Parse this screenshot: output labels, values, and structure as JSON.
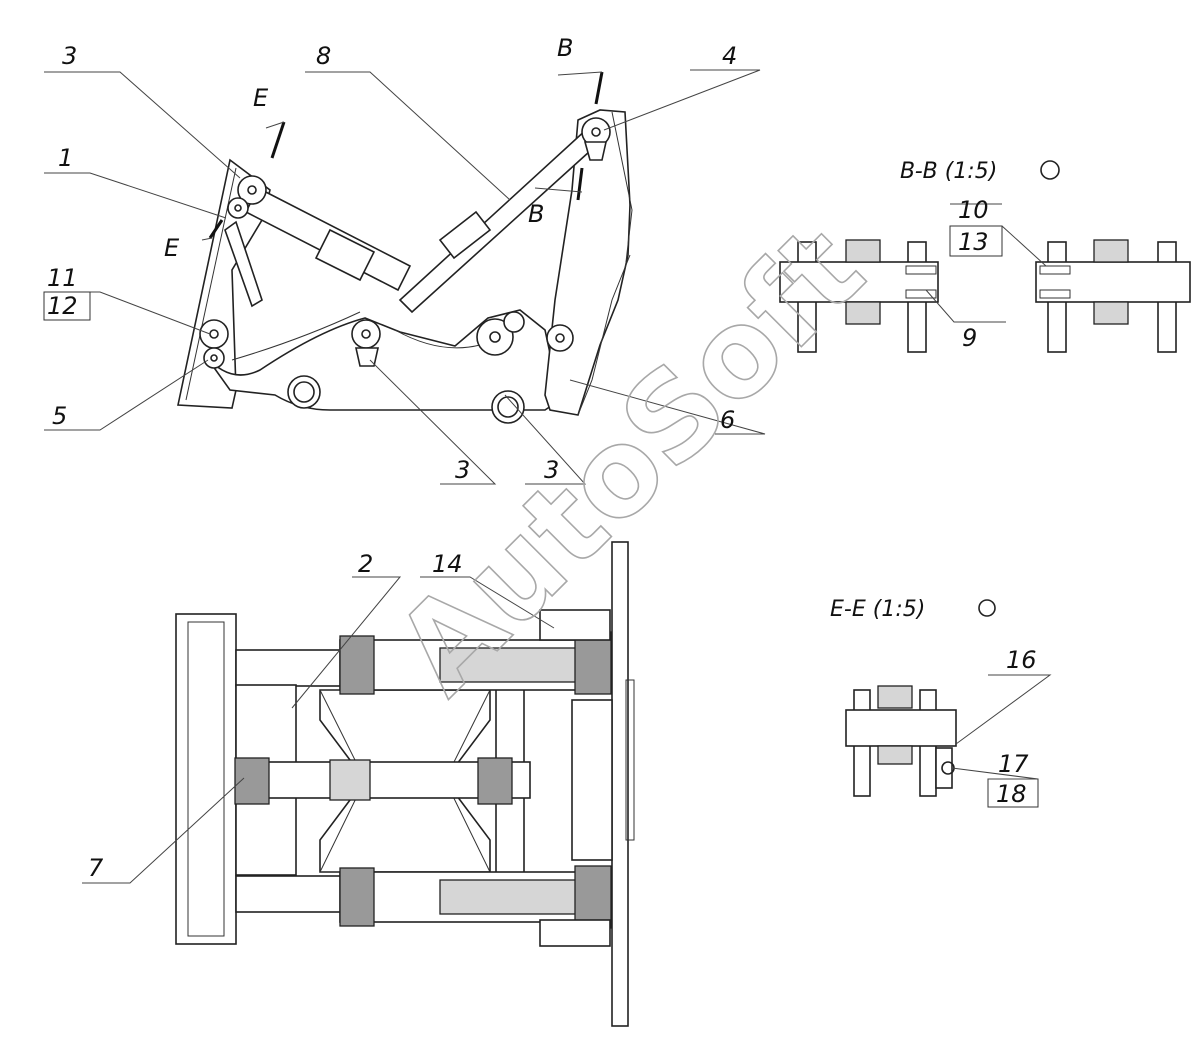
{
  "labels": {
    "l1": "1",
    "l2": "2",
    "l3a": "3",
    "l3b": "3",
    "l3c": "3",
    "l4": "4",
    "l5": "5",
    "l6": "6",
    "l7": "7",
    "l8": "8",
    "l9": "9",
    "l10": "10",
    "l11": "11",
    "l12": "12",
    "l13": "13",
    "l14": "14",
    "l16": "16",
    "l17": "17",
    "l18": "18"
  },
  "section_marks": {
    "b_top": "B",
    "b_mid": "B",
    "e_top": "E",
    "e_left": "E"
  },
  "section_titles": {
    "bb": "B-B (1:5)",
    "ee": "E-E (1:5)"
  },
  "watermark": "AutoSoft"
}
